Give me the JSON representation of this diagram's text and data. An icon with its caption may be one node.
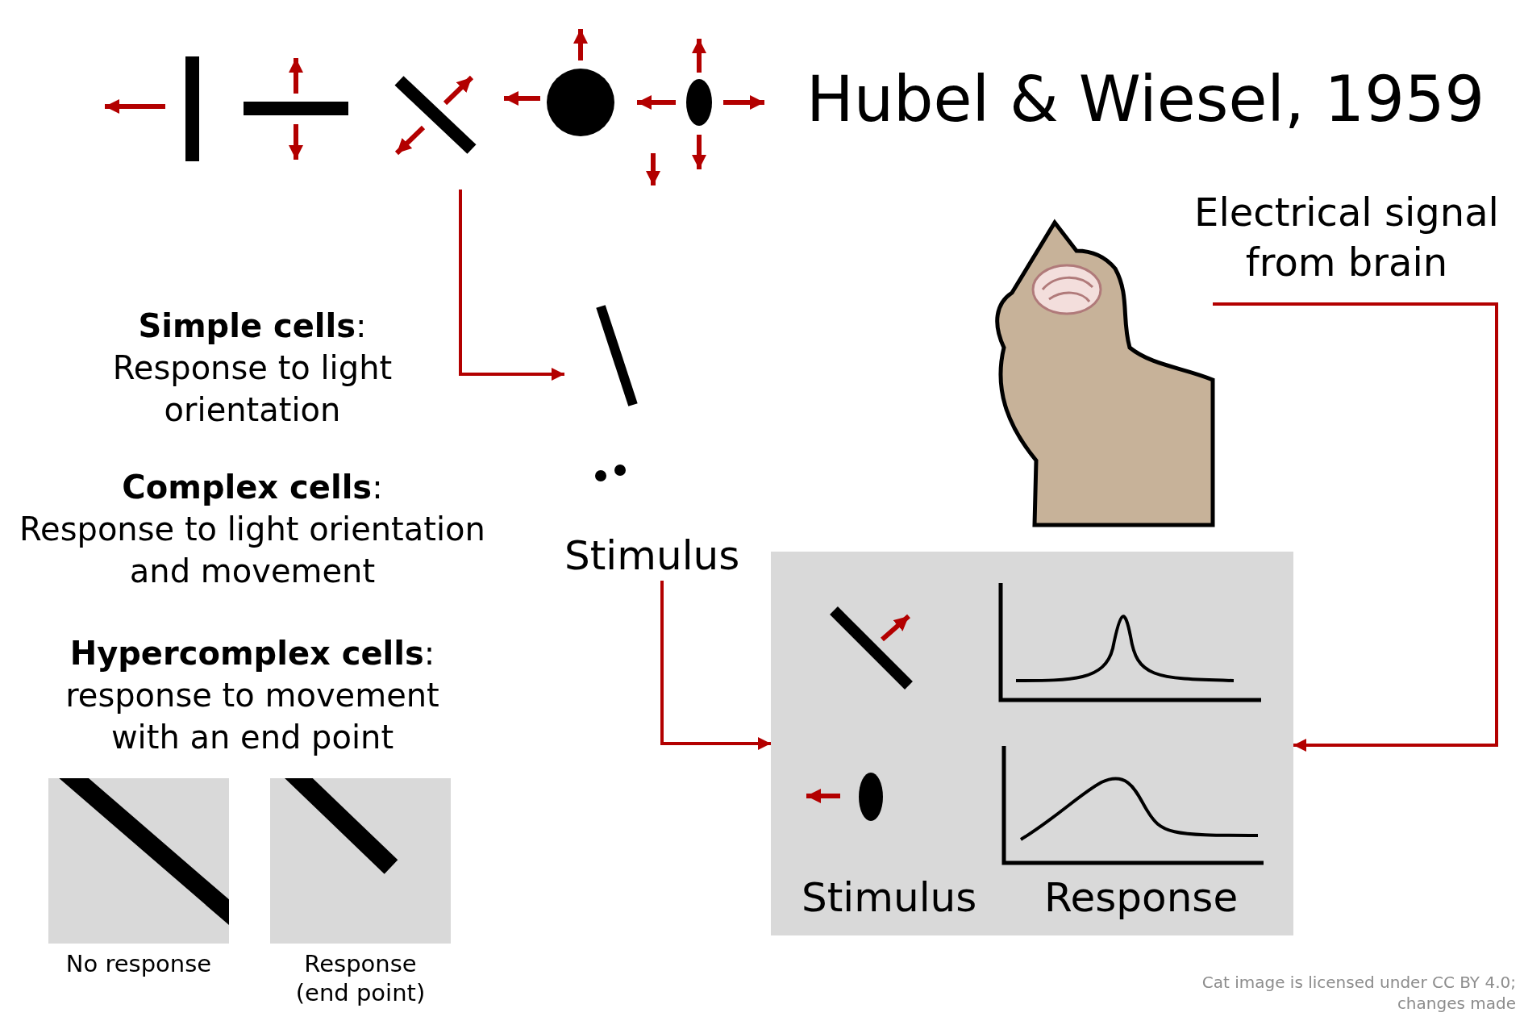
{
  "diagram": {
    "title": "Hubel & Wiesel, 1959",
    "nodes": [
      {
        "text": [],
        "shape": "picture"
      },
      {
        "text": [
          "Stimulus"
        ]
      },
      {
        "text": [],
        "shape": "picture"
      },
      {
        "text": [
          "Stimulus",
          "Response"
        ]
      },
      {
        "text": [
          "No response"
        ]
      },
      {
        "text": [
          "Response (end point)"
        ]
      }
    ],
    "edges": [
      {
        "from": 0,
        "to": 1,
        "arrow": "to"
      },
      {
        "from": 1,
        "to": 3,
        "arrow": "to"
      },
      {
        "from": 2,
        "to": 3,
        "arrow": "to",
        "label": "Electrical signal from brain"
      }
    ],
    "labels": [
      "**Simple cells**:",
      "Response to light orientation",
      "**Complex cells**:",
      "Response to light orientation and movement",
      "**Hypercomplex cells**:",
      "response to movement with an end point",
      "Cat image is licensed under CC BY 4.0; changes made"
    ]
  }
}
